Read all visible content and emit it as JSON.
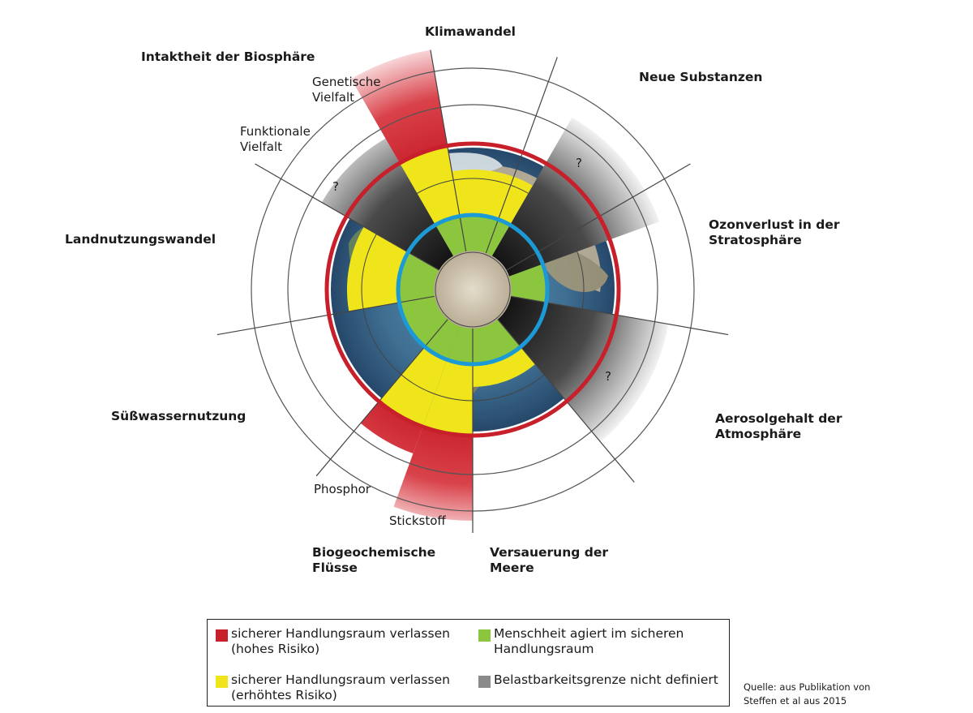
{
  "categories": {
    "klimawandel": "Klimawandel",
    "neue_substanzen": "Neue Substanzen",
    "ozon": [
      "Ozonverlust in der",
      "Stratosphäre"
    ],
    "aerosol": [
      "Aerosolgehalt der",
      "Atmosphäre"
    ],
    "versauerung": [
      "Versauerung der",
      "Meere"
    ],
    "biogeo": [
      "Biogeochemische",
      "Flüsse"
    ],
    "suesswasser": "Süßwassernutzung",
    "landnutzung": "Landnutzungswandel",
    "biosphaere": "Intaktheit der Biosphäre"
  },
  "sublabels": {
    "genetisch": [
      "Genetische",
      "Vielfalt"
    ],
    "funktional": [
      "Funktionale",
      "Vielfalt"
    ],
    "phosphor": "Phosphor",
    "stickstoff": "Stickstoff"
  },
  "unknown_marker": "?",
  "legend": {
    "high_risk": {
      "color": "#c8202a",
      "text": "sicherer Handlungsraum verlassen\n(hohes Risiko)"
    },
    "increased_risk": {
      "color": "#f0e51a",
      "text": "sicherer Handlungsraum verlassen\n(erhöhtes Risiko)"
    },
    "safe": {
      "color": "#8cc63f",
      "text": "Menschheit agiert im sicheren\nHandlungsraum"
    },
    "undefined": {
      "color": "#8a8a8a",
      "text": "Belastbarkeitsgrenze nicht definiert"
    }
  },
  "source": "Quelle: aus Publikation von\nSteffen et al aus 2015",
  "colors": {
    "high_risk": "#c8202a",
    "increased_risk": "#f0e51a",
    "safe": "#8cc63f",
    "undefined": "#8a8a8a",
    "safe_boundary_ring": "#1c9ad6",
    "risk_boundary_ring": "#c8202a"
  }
}
